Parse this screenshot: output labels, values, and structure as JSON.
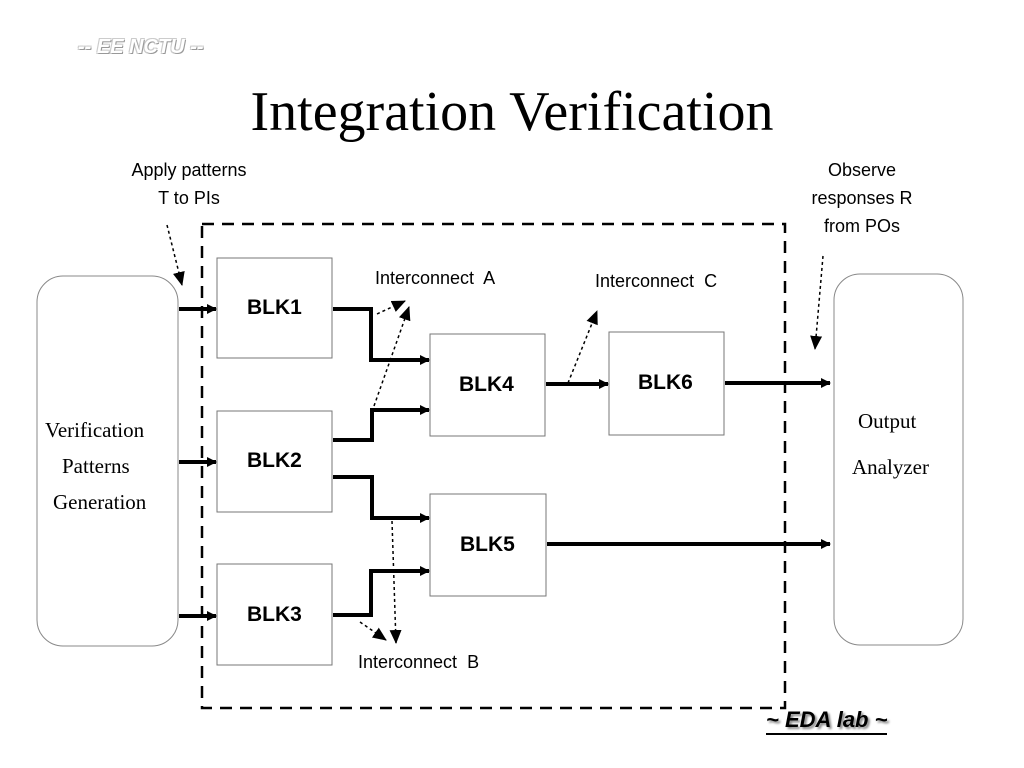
{
  "header": {
    "tag": "-- EE NCTU --"
  },
  "title": "Integration Verification",
  "annotations": {
    "apply_patterns": [
      "Apply patterns",
      "T to PIs"
    ],
    "observe_responses": [
      "Observe",
      "responses R",
      "from POs"
    ]
  },
  "generator": {
    "lines": [
      "Verification",
      "Patterns",
      "Generation"
    ]
  },
  "analyzer": {
    "lines": [
      "Output",
      "Analyzer"
    ]
  },
  "blocks": [
    {
      "id": "blk1",
      "label": "BLK1"
    },
    {
      "id": "blk2",
      "label": "BLK2"
    },
    {
      "id": "blk3",
      "label": "BLK3"
    },
    {
      "id": "blk4",
      "label": "BLK4"
    },
    {
      "id": "blk5",
      "label": "BLK5"
    },
    {
      "id": "blk6",
      "label": "BLK6"
    }
  ],
  "interconnects": {
    "a": "Interconnect  A",
    "b": "Interconnect  B",
    "c": "Interconnect  C"
  },
  "footer": {
    "tag": "~ EDA lab ~"
  }
}
